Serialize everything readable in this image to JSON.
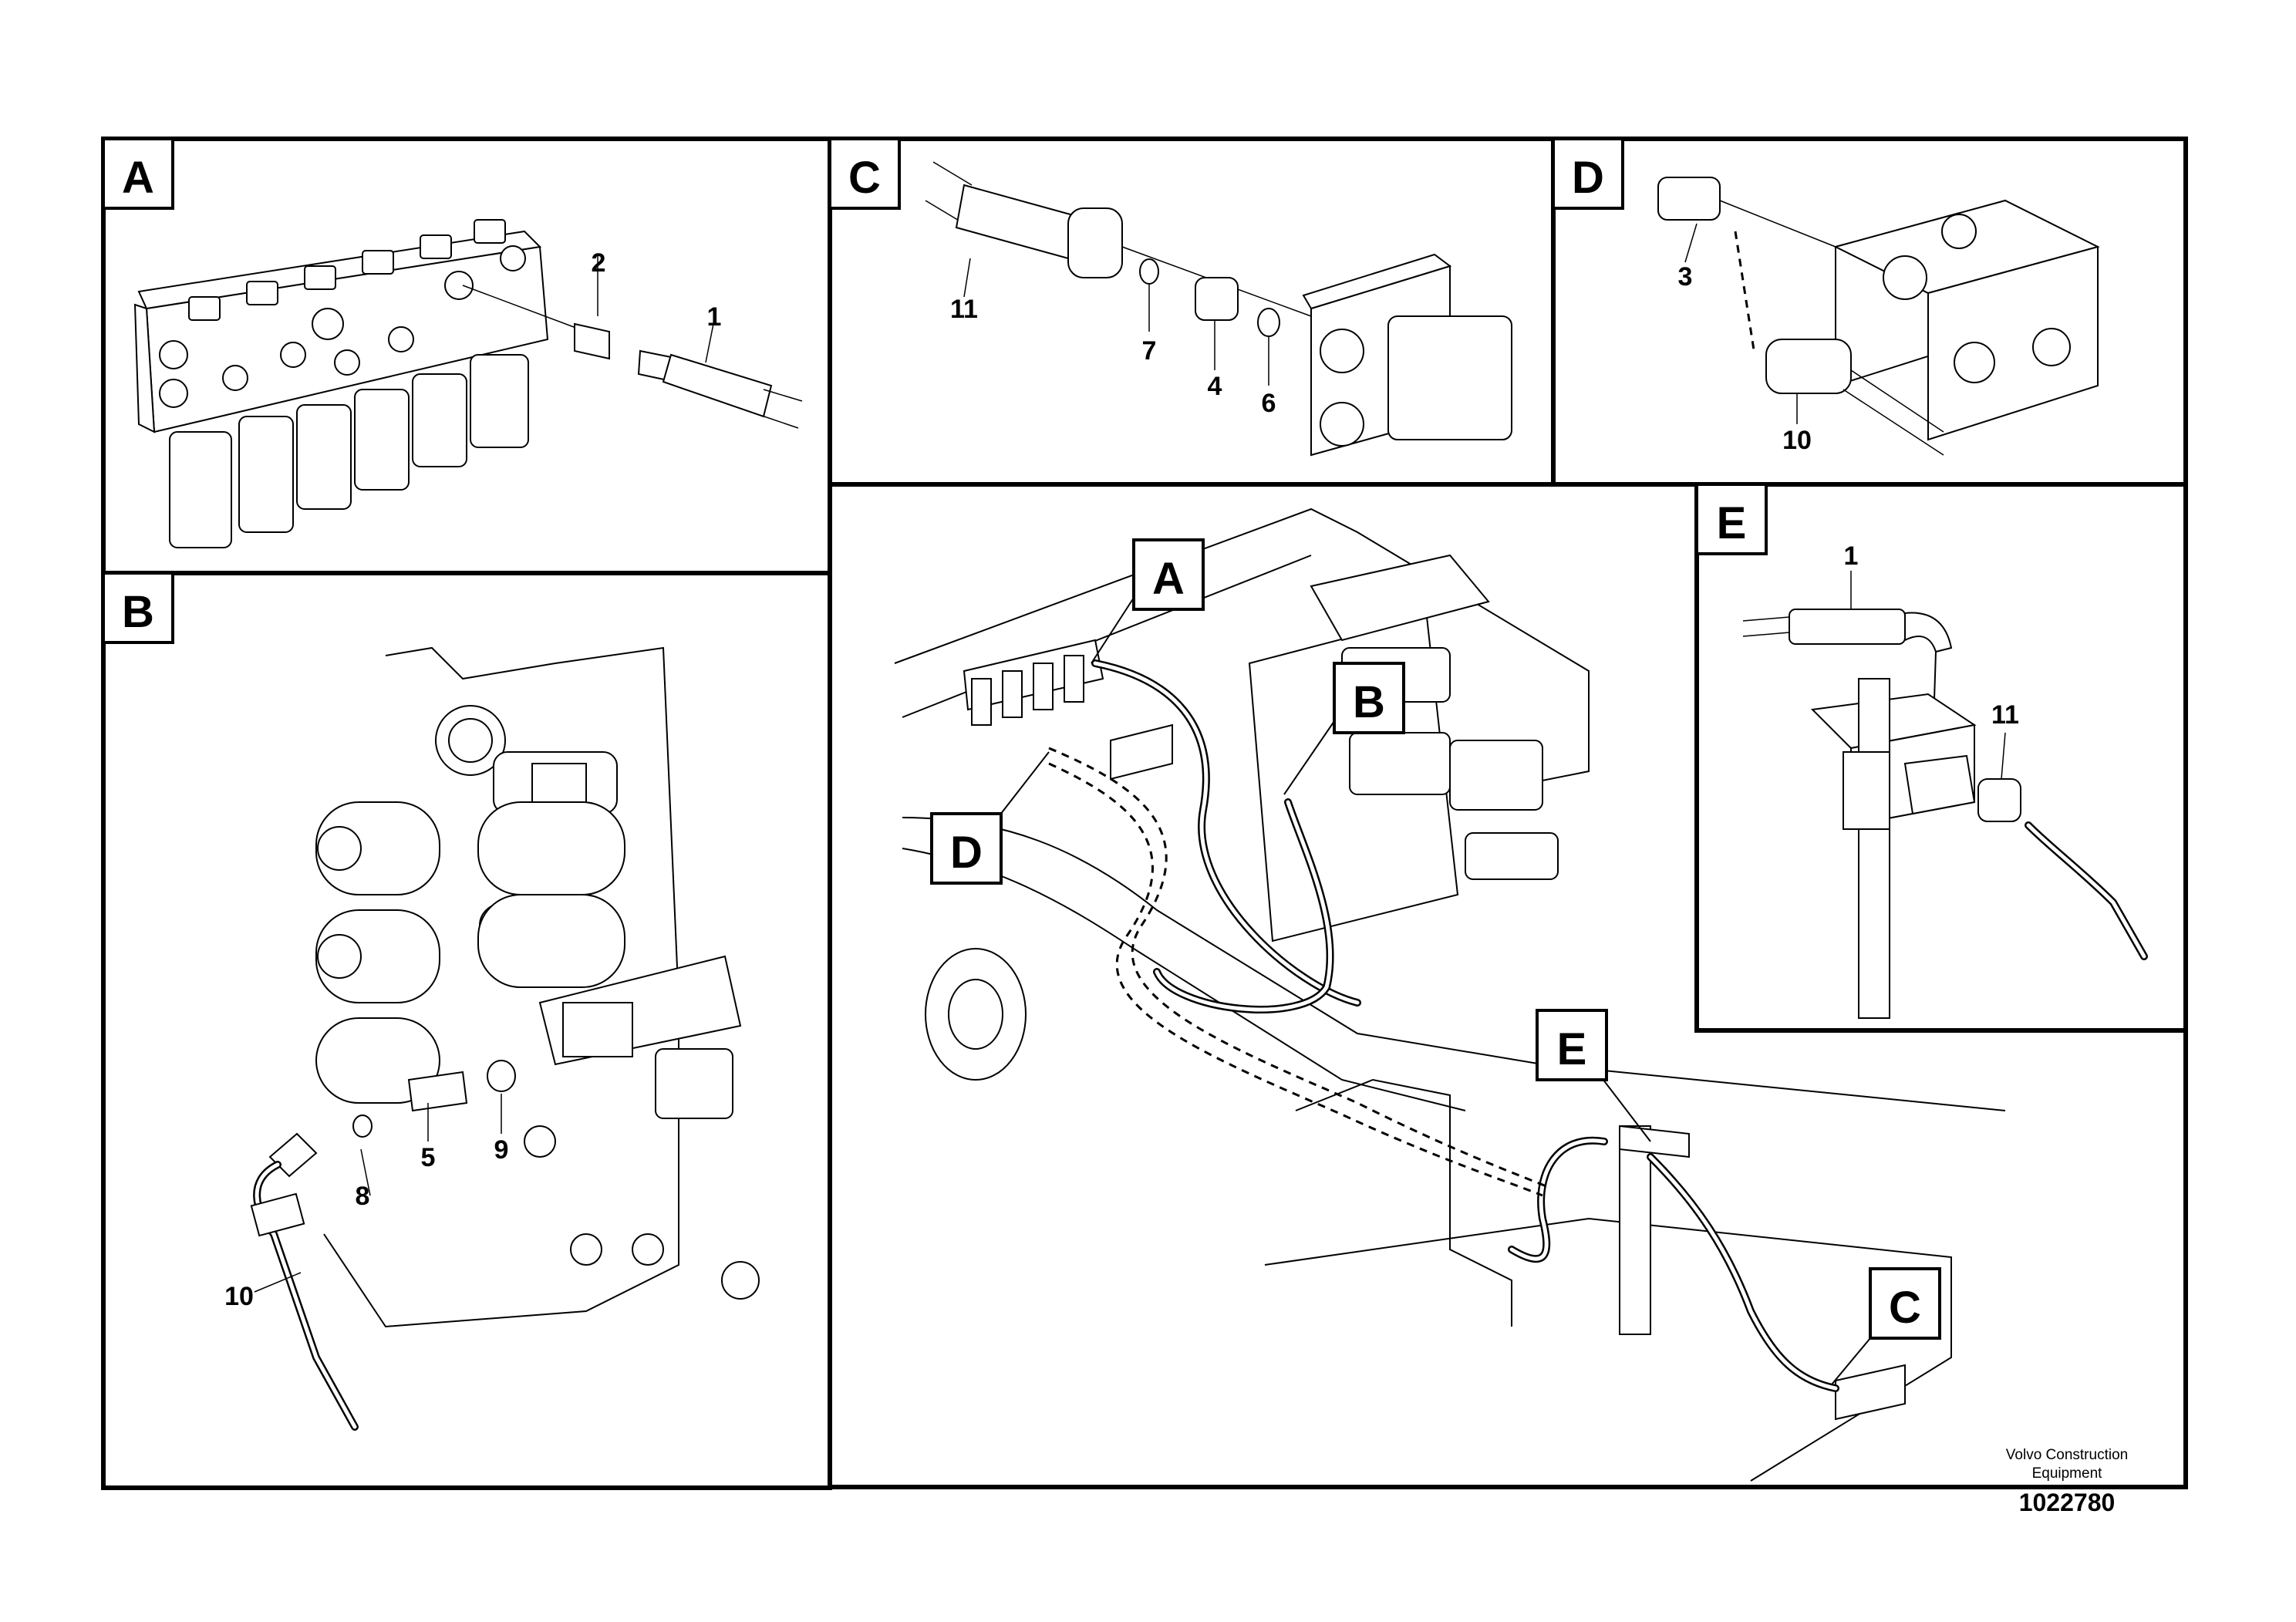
{
  "panels": {
    "A": {
      "tag": "A",
      "callouts": [
        "2",
        "1"
      ]
    },
    "B": {
      "tag": "B",
      "callouts": [
        "10",
        "8",
        "5",
        "9"
      ]
    },
    "C": {
      "tag": "C",
      "callouts": [
        "11",
        "7",
        "4",
        "6"
      ]
    },
    "D": {
      "tag": "D",
      "callouts": [
        "3",
        "10"
      ]
    },
    "E": {
      "tag": "E",
      "callouts": [
        "1",
        "11"
      ]
    }
  },
  "overview_tags": [
    "A",
    "B",
    "C",
    "D",
    "E"
  ],
  "footer": {
    "brand_line1": "Volvo Construction",
    "brand_line2": "Equipment",
    "doc_number": "1022780"
  }
}
